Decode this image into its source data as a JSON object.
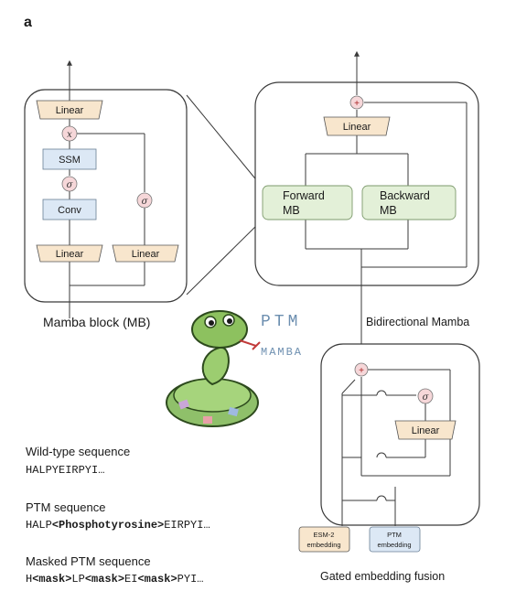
{
  "panel_label": "a",
  "mamba_block": {
    "title": "Mamba block (MB)",
    "linear_top": "Linear",
    "mult": "x",
    "ssm": "SSM",
    "sigma": "σ",
    "conv": "Conv",
    "linear_left": "Linear",
    "linear_right": "Linear",
    "sigma_right": "σ"
  },
  "bidirectional": {
    "title": "Bidirectional Mamba",
    "plus": "+",
    "linear": "Linear",
    "forward_line1": "Forward",
    "forward_line2": "MB",
    "backward_line1": "Backward",
    "backward_line2": "MB"
  },
  "fusion": {
    "title": "Gated embedding fusion",
    "plus": "+",
    "sigma": "σ",
    "linear": "Linear",
    "esm_line1": "ESM-2",
    "esm_line2": "embedding",
    "ptm_line1": "PTM",
    "ptm_line2": "embedding"
  },
  "sequences": {
    "wild_title": "Wild-type sequence",
    "wild_seq": "HALPYEIRPYI…",
    "ptm_title": "PTM sequence",
    "ptm_seq_a": "HALP",
    "ptm_seq_b": "<Phosphotyrosine>",
    "ptm_seq_c": "EIRPYI…",
    "masked_title": "Masked PTM sequence",
    "masked_seq_1": "H",
    "masked_seq_2": "<mask>",
    "masked_seq_3": "LP",
    "masked_seq_4": "<mask>",
    "masked_seq_5": "EI",
    "masked_seq_6": "<mask>",
    "masked_seq_7": "PYI…"
  },
  "logo_text": "PTM Mamba"
}
